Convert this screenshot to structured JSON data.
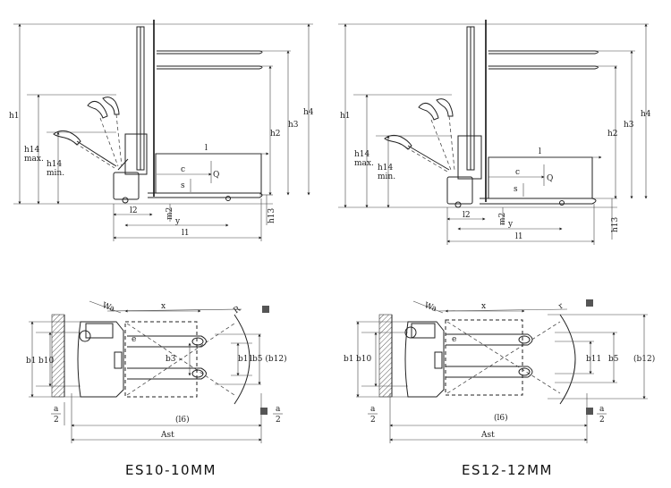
{
  "models": [
    {
      "caption": "ES10-10MM",
      "side_labels": {
        "h1": "h1",
        "h14max_a": "h14",
        "h14max_b": "max.",
        "h14min_a": "h14",
        "h14min_b": "min.",
        "l": "l",
        "c": "c",
        "Q": "Q",
        "s": "s",
        "h2": "h2",
        "h3": "h3",
        "h4": "h4",
        "h13": "h13",
        "l2": "l2",
        "m2": "m2",
        "y": "y",
        "l1": "l1"
      },
      "top_labels": {
        "Wa": "Wa",
        "R": "R",
        "x": "x",
        "e": "e",
        "b1": "b1",
        "b10": "b10",
        "b3": "b3",
        "b11": "b11",
        "b5": "b5 (b12)",
        "a_left_num": "a",
        "a_left_den": "2",
        "a_right_num": "a",
        "a_right_den": "2",
        "l6": "(l6)",
        "Ast": "Ast"
      }
    },
    {
      "caption": "ES12-12MM",
      "side_labels": {
        "h1": "h1",
        "h14max_a": "h14",
        "h14max_b": "max.",
        "h14min_a": "h14",
        "h14min_b": "min.",
        "l": "l",
        "c": "c",
        "Q": "Q",
        "s": "s",
        "h2": "h2",
        "h3": "h3",
        "h4": "h4",
        "h13": "h13",
        "l2": "l2",
        "m2": "m2",
        "y": "y",
        "l1": "l1"
      },
      "top_labels": {
        "Wa": "Wa",
        "R": "r",
        "x": "x",
        "e": "e",
        "b1": "b1",
        "b10": "b10",
        "b3": "",
        "b11": "b11",
        "b5": "b5",
        "b12": "(b12)",
        "a_left_num": "a",
        "a_left_den": "2",
        "a_right_num": "a",
        "a_right_den": "2",
        "l6": "(l6)",
        "Ast": "Ast"
      }
    }
  ]
}
